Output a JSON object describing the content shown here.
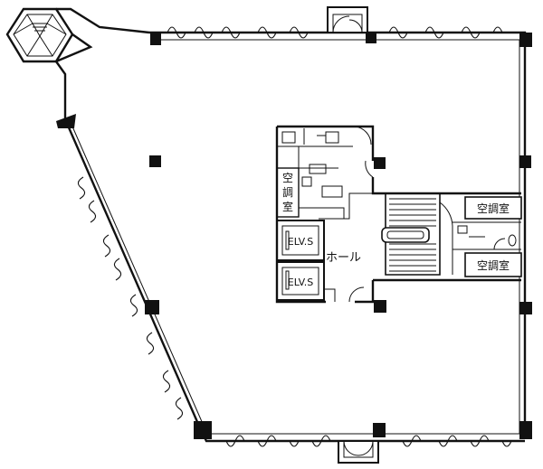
{
  "floor_plan": {
    "labels": {
      "ac_room_vertical": "空調室",
      "ac_room_upper": "空調室",
      "ac_room_lower": "空調室",
      "hall": "ホール",
      "elevator_1": "ELV.S",
      "elevator_2": "ELV.S"
    },
    "wall_color": "#111111",
    "background_color": "#ffffff"
  }
}
